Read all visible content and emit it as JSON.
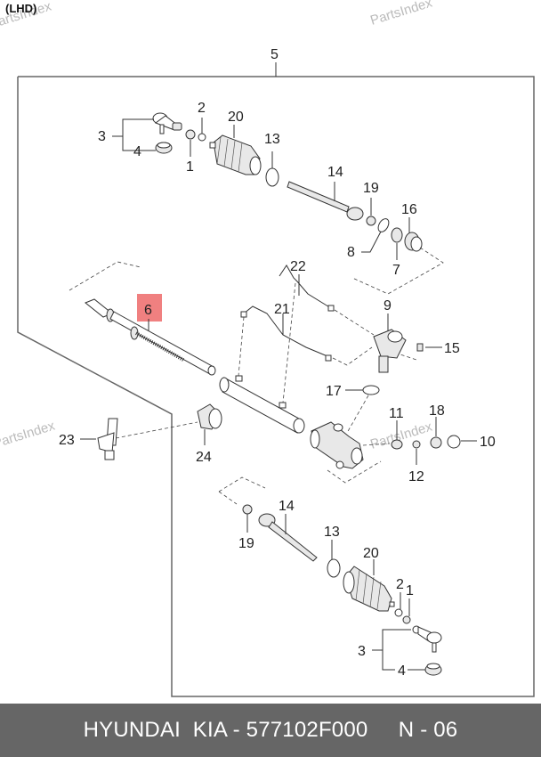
{
  "diagram": {
    "header_tag": "(LHD)",
    "watermark": "PartsIndex",
    "assembly_label": "5",
    "highlighted_label": "6",
    "highlight_color": "#f08080",
    "callouts": {
      "top_tie_end_group": "3",
      "top_boot_clamp": "4",
      "top_nut_2": "2",
      "top_nut_1": "1",
      "top_boot": "20",
      "top_band": "13",
      "top_inner_rod": "14",
      "top_washer": "19",
      "top_oring": "8",
      "top_lock_nut": "7",
      "top_bushing": "16",
      "rack": "6",
      "tube_22": "22",
      "tube_21": "21",
      "valve": "9",
      "bolt": "15",
      "gasket": "17",
      "plug": "11",
      "yoke_nut": "18",
      "seal_ring": "10",
      "small_nut": "12",
      "bracket": "23",
      "mount_bushing": "24",
      "bot_washer": "19",
      "bot_inner_rod": "14",
      "bot_band": "13",
      "bot_boot": "20",
      "bot_nut_2": "2",
      "bot_nut_1": "1",
      "bot_tie_end_group": "3",
      "bot_boot_clamp": "4"
    }
  },
  "footer": {
    "text": "HYUNDAI  KIA - 577102F000     N - 06"
  }
}
